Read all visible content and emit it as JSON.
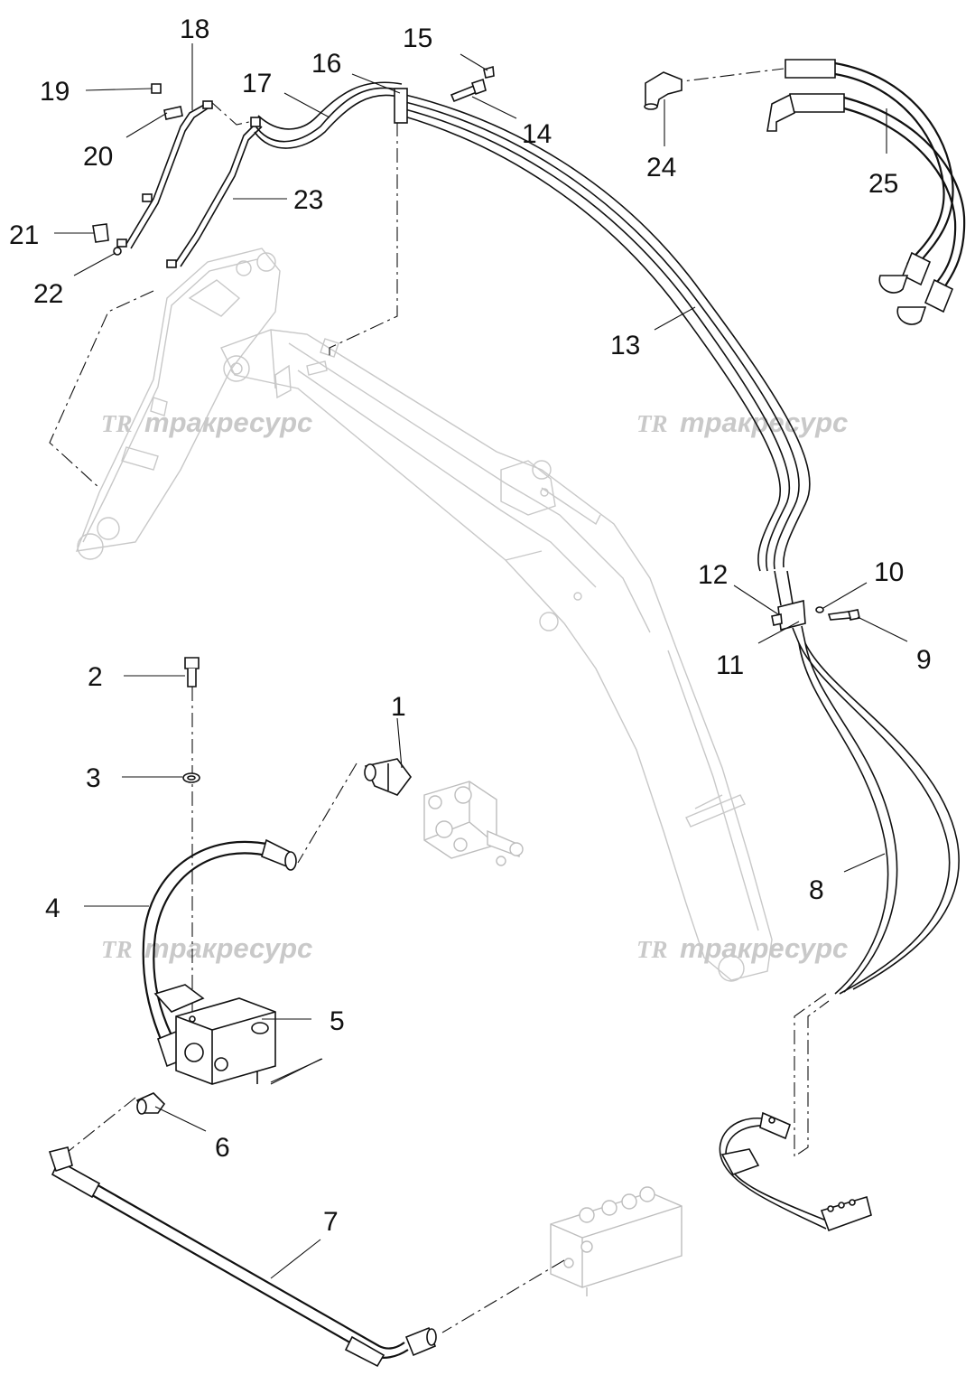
{
  "watermark": {
    "logo": "TR",
    "text": "тракресурс"
  },
  "part_numbers": [
    "1",
    "2",
    "3",
    "4",
    "5",
    "6",
    "7",
    "8",
    "9",
    "10",
    "11",
    "12",
    "13",
    "14",
    "15",
    "16",
    "17",
    "18",
    "19",
    "20",
    "21",
    "22",
    "23",
    "24",
    "25"
  ]
}
